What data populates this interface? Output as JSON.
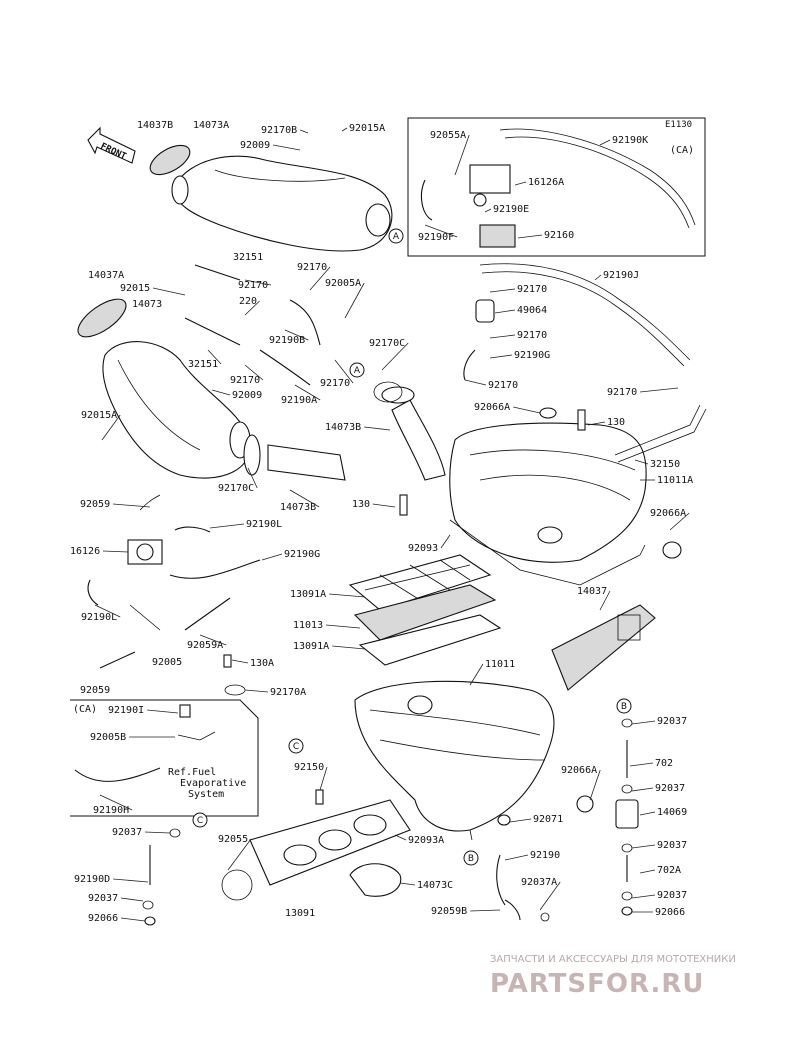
{
  "diagram": {
    "code": "E1130",
    "front_label": "FRONT",
    "evap_note": [
      "Ref.Fuel",
      "Evaporative",
      "System"
    ],
    "ca_labels": [
      "(CA)",
      "(CA)"
    ],
    "ref_markers": [
      "A",
      "A",
      "B",
      "B",
      "C",
      "C"
    ],
    "watermark": {
      "tagline": "ЗАПЧАСТИ И АКСЕССУАРЫ ДЛЯ МОТОТЕХНИКИ",
      "brand": "PARTSFOR.RU"
    },
    "part_labels": [
      "14037B",
      "14073A",
      "92170B",
      "92015A",
      "92009",
      "92055A",
      "92190K",
      "16126A",
      "92190E",
      "92190F",
      "92160",
      "32151",
      "92170",
      "14037A",
      "92015",
      "14073",
      "92170",
      "220",
      "92005A",
      "92190J",
      "92170",
      "49064",
      "92170",
      "92190B",
      "32151",
      "92170",
      "92190A",
      "92170",
      "92190G",
      "92170",
      "92170C",
      "92009",
      "92015A",
      "14073B",
      "92170C",
      "14073B",
      "92066A",
      "130",
      "92170",
      "32150",
      "11011A",
      "92059",
      "92190L",
      "130",
      "92066A",
      "16126",
      "92190G",
      "92093",
      "92190L",
      "13091A",
      "14037",
      "92059A",
      "11013",
      "13091A",
      "130A",
      "92005",
      "11011",
      "92059",
      "92170A",
      "92190I",
      "92005B",
      "92037",
      "702",
      "92150",
      "92066A",
      "92037",
      "14069",
      "92190H",
      "92037",
      "92055",
      "92093A",
      "92071",
      "92037",
      "92190",
      "702A",
      "92190D",
      "14073C",
      "92037",
      "92037",
      "92037A",
      "92066",
      "92066",
      "13091",
      "92059B"
    ]
  }
}
